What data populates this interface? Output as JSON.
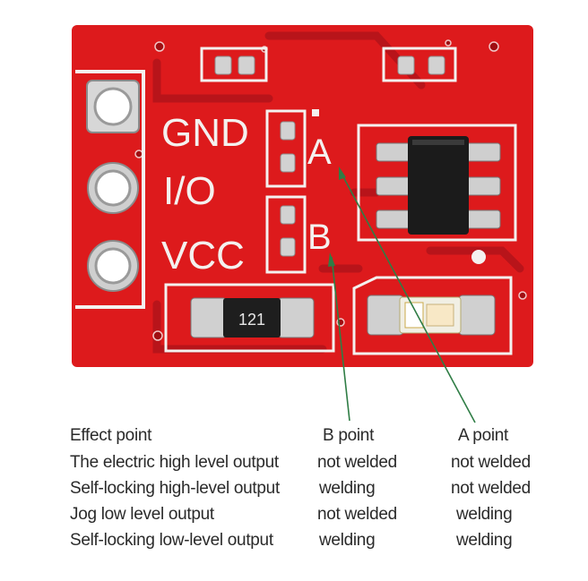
{
  "board": {
    "silkscreen": {
      "gnd": "GND",
      "io": "I/O",
      "vcc": "VCC",
      "a": "A",
      "b": "B"
    },
    "resistor_code": "121",
    "colors": {
      "pcb": "#dd1a1c",
      "pcb_dark": "#b50f14",
      "silkscreen": "#f4f1ef",
      "pad": "#c9c9c9",
      "chip": "#1b1b1b",
      "arrow": "#2f7d45"
    }
  },
  "table": {
    "headers": {
      "col1": "Effect point",
      "col2": "B point",
      "col3": "A point"
    },
    "rows": [
      {
        "effect": "The electric high level output",
        "b": "not welded",
        "a": "not welded"
      },
      {
        "effect": "Self-locking high-level output",
        "b": "welding",
        "a": "not welded"
      },
      {
        "effect": "Jog low level output",
        "b": "not welded",
        "a": "welding"
      },
      {
        "effect": "Self-locking low-level output",
        "b": "welding",
        "a": "welding"
      }
    ]
  }
}
